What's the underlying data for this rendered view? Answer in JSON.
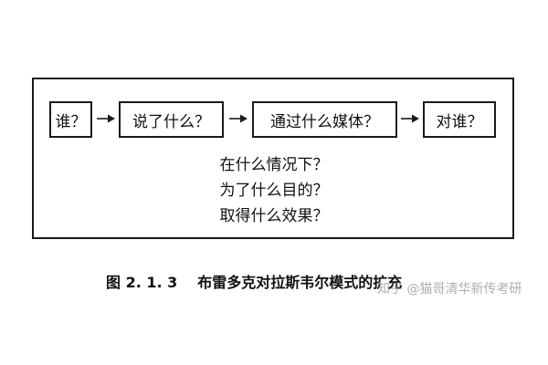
{
  "diagram": {
    "boxes": [
      {
        "label": "谁？"
      },
      {
        "label": "说了什么？"
      },
      {
        "label": "通过什么媒体？"
      },
      {
        "label": "对谁？"
      }
    ],
    "questions": [
      "在什么情况下？",
      "为了什么目的？",
      "取得什么效果？"
    ]
  },
  "caption": {
    "number": "图 2. 1. 3",
    "title": "布雷多克对拉斯韦尔模式的扩充"
  },
  "watermark": "知乎 @猫哥清华新传考研",
  "colors": {
    "line": "#1a1a1a",
    "text": "#111111",
    "watermark": "#828282"
  }
}
